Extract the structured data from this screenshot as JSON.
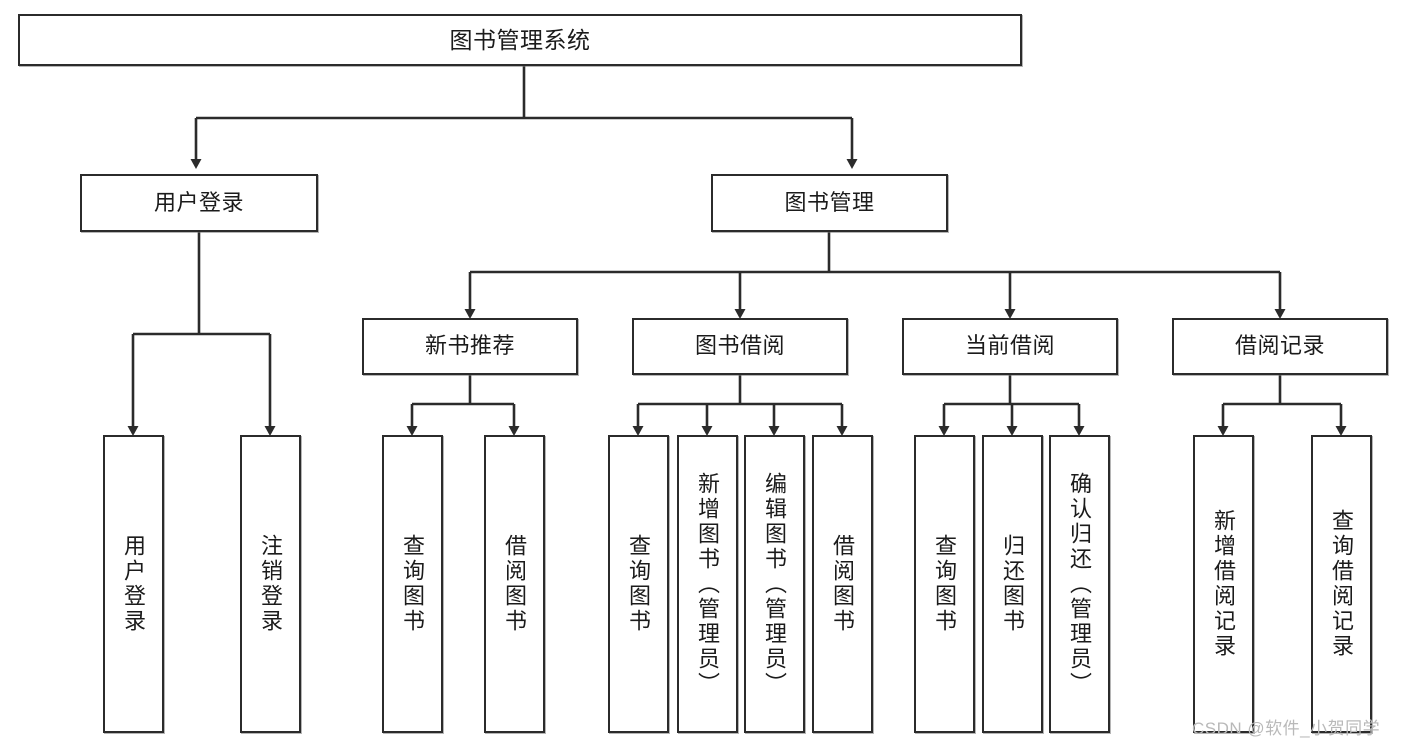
{
  "diagram": {
    "title": "图书管理系统",
    "type": "tree",
    "levels": [
      {
        "level": 1,
        "nodes": [
          {
            "id": "root",
            "label": "图书管理系统",
            "orientation": "horizontal"
          }
        ]
      },
      {
        "level": 2,
        "nodes": [
          {
            "id": "user-login",
            "label": "用户登录",
            "orientation": "horizontal",
            "parent": "root"
          },
          {
            "id": "book-manage",
            "label": "图书管理",
            "orientation": "horizontal",
            "parent": "root"
          }
        ]
      },
      {
        "level": 3,
        "nodes": [
          {
            "id": "new-book-rec",
            "label": "新书推荐",
            "orientation": "horizontal",
            "parent": "book-manage"
          },
          {
            "id": "book-borrow",
            "label": "图书借阅",
            "orientation": "horizontal",
            "parent": "book-manage"
          },
          {
            "id": "current-borrow",
            "label": "当前借阅",
            "orientation": "horizontal",
            "parent": "book-manage"
          },
          {
            "id": "borrow-record",
            "label": "借阅记录",
            "orientation": "horizontal",
            "parent": "book-manage"
          }
        ]
      },
      {
        "level": 4,
        "nodes": [
          {
            "id": "leaf-user-login",
            "label": "用户登录",
            "orientation": "vertical",
            "parent": "user-login"
          },
          {
            "id": "leaf-logout",
            "label": "注销登录",
            "orientation": "vertical",
            "parent": "user-login"
          },
          {
            "id": "leaf-rec-query",
            "label": "查询图书",
            "orientation": "vertical",
            "parent": "new-book-rec"
          },
          {
            "id": "leaf-rec-borrow",
            "label": "借阅图书",
            "orientation": "vertical",
            "parent": "new-book-rec"
          },
          {
            "id": "leaf-borrow-query",
            "label": "查询图书",
            "orientation": "vertical",
            "parent": "book-borrow"
          },
          {
            "id": "leaf-borrow-add",
            "label": "新增图书（管理员）",
            "orientation": "vertical",
            "parent": "book-borrow"
          },
          {
            "id": "leaf-borrow-edit",
            "label": "编辑图书（管理员）",
            "orientation": "vertical",
            "parent": "book-borrow"
          },
          {
            "id": "leaf-borrow-do",
            "label": "借阅图书",
            "orientation": "vertical",
            "parent": "book-borrow"
          },
          {
            "id": "leaf-cur-query",
            "label": "查询图书",
            "orientation": "vertical",
            "parent": "current-borrow"
          },
          {
            "id": "leaf-cur-return",
            "label": "归还图书",
            "orientation": "vertical",
            "parent": "current-borrow"
          },
          {
            "id": "leaf-cur-confirm",
            "label": "确认归还（管理员）",
            "orientation": "vertical",
            "parent": "current-borrow"
          },
          {
            "id": "leaf-rec-add",
            "label": "新增借阅记录",
            "orientation": "vertical",
            "parent": "borrow-record"
          },
          {
            "id": "leaf-rec-search",
            "label": "查询借阅记录",
            "orientation": "vertical",
            "parent": "borrow-record"
          }
        ]
      }
    ],
    "colors": {
      "border": "#2b2b2b",
      "background": "#ffffff",
      "text": "#1b1b1b",
      "watermark": "#b9b9b9"
    }
  },
  "watermark": {
    "text": "CSDN @软件_小贺同学"
  }
}
